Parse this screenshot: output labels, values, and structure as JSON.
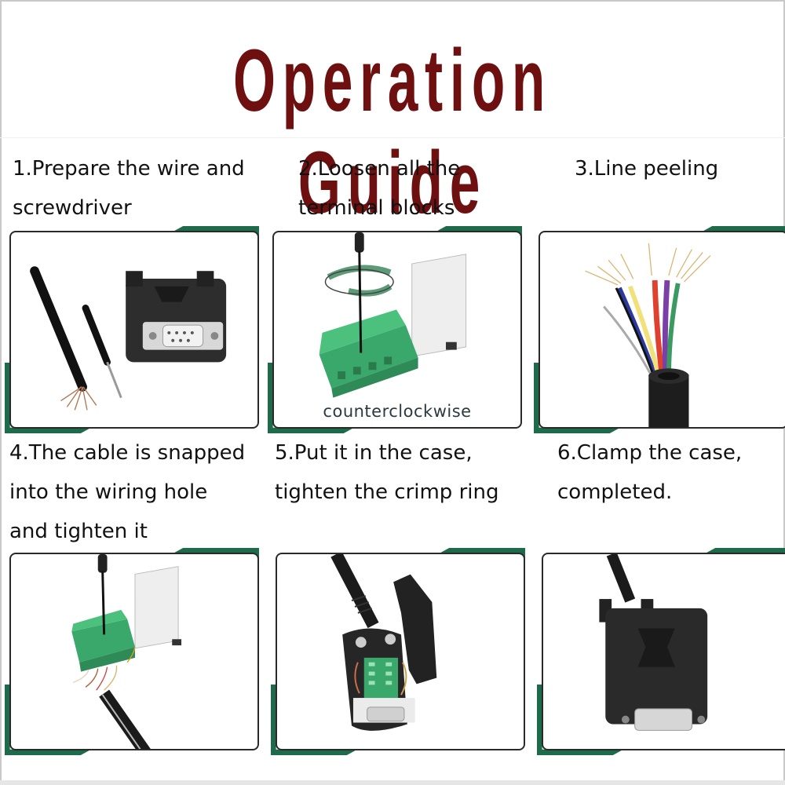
{
  "title": "Operation Guide",
  "colors": {
    "title": "#6e1010",
    "accent_green": "#1d6b4b",
    "terminal_green": "#3aa86b",
    "text": "#111111"
  },
  "steps": [
    {
      "number": "1",
      "caption_lines": [
        "1.Prepare the wire and",
        "screwdriver"
      ],
      "image": "wire-screwdriver-db9-connector"
    },
    {
      "number": "2",
      "caption_lines": [
        "2.Loosen all the",
        "terminal blocks"
      ],
      "image": "screwdriver-loosening-terminal-block",
      "image_label": "counterclockwise"
    },
    {
      "number": "3",
      "caption_lines": [
        "3.Line peeling"
      ],
      "image": "stripped-multicolor-cable"
    },
    {
      "number": "4",
      "caption_lines": [
        "4.The cable is snapped",
        "into the wiring hole",
        "and tighten it"
      ],
      "image": "cable-inserted-terminal-block"
    },
    {
      "number": "5",
      "caption_lines": [
        "5.Put it in the case,",
        "tighten the crimp ring"
      ],
      "image": "connector-in-open-case"
    },
    {
      "number": "6",
      "caption_lines": [
        "6.Clamp the case,",
        "completed."
      ],
      "image": "assembled-db9-connector"
    }
  ]
}
